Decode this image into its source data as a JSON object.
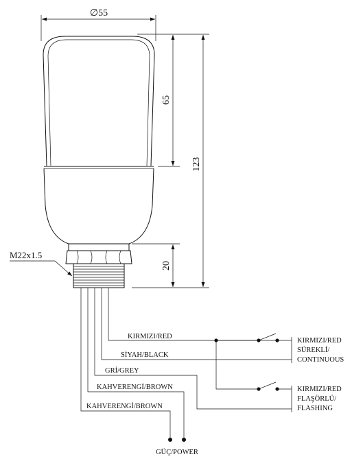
{
  "dimensions": {
    "diameter": "∅55",
    "dome_height": "65",
    "total_height": "123",
    "base_height": "20",
    "thread": "M22x1.5"
  },
  "wires": {
    "red": "KIRMIZI/RED",
    "black": "SİYAH/BLACK",
    "grey": "GRİ/GREY",
    "brown_1": "KAHVERENGİ/BROWN",
    "brown_2": "KAHVERENGİ/BROWN"
  },
  "outputs": {
    "continuous": [
      "KIRMIZI/RED",
      "SÜREKLİ/",
      "CONTINUOUS"
    ],
    "flashing": [
      "KIRMIZI/RED",
      "FLAŞÖRLÜ/",
      "FLASHING"
    ]
  },
  "power": "GÜÇ/POWER"
}
